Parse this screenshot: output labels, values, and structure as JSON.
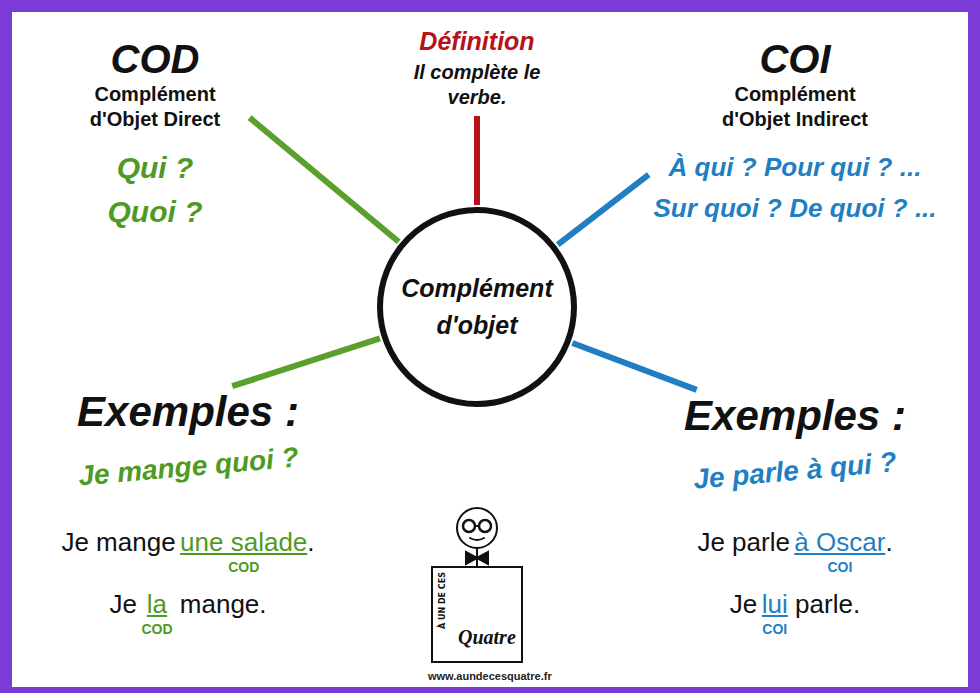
{
  "diagram": {
    "nodes": [
      {
        "text": [
          "COD",
          "Complément d'Objet Direct",
          "Qui ?",
          "Quoi ?"
        ]
      },
      {
        "text": [
          "Définition",
          "Il complète le verbe."
        ]
      },
      {
        "text": [
          "COI",
          "Complément d'Objet Indirect",
          "À qui ? Pour qui ? ...",
          "Sur quoi ? De quoi ? ..."
        ]
      },
      {
        "text": [
          "Complément d'objet"
        ]
      },
      {
        "text": [
          "Exemples :",
          "Je mange quoi ?",
          "Je mange",
          "une salade",
          "COD",
          ".",
          "Je",
          "la",
          "COD",
          "mange."
        ]
      },
      {
        "text": [
          "Exemples :",
          "Je parle à qui ?",
          "Je parle",
          "à Oscar",
          "COI",
          ".",
          "Je",
          "lui",
          "COI",
          "parle."
        ]
      }
    ],
    "edges": [
      {
        "from": 3,
        "to": 0,
        "arrow": "none"
      },
      {
        "from": 3,
        "to": 1,
        "arrow": "none"
      },
      {
        "from": 3,
        "to": 2,
        "arrow": "none"
      },
      {
        "from": 3,
        "to": 4,
        "arrow": "none"
      },
      {
        "from": 3,
        "to": 5,
        "arrow": "none"
      }
    ],
    "labels": [
      "À UN DE CES",
      "Quatre",
      "www.aundecesquatre.fr"
    ]
  }
}
